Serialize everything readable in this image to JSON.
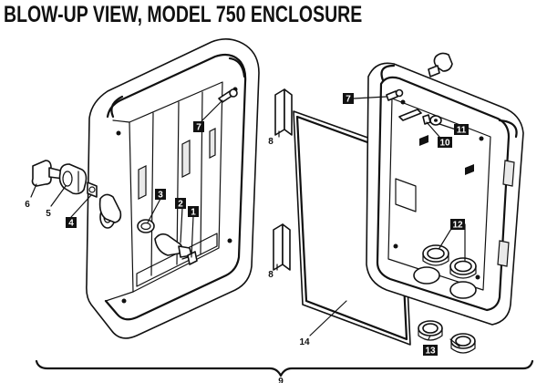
{
  "title": "BLOW-UP VIEW, MODEL 750 ENCLOSURE",
  "callouts": {
    "c1": "1",
    "c2": "2",
    "c3": "3",
    "c4": "4",
    "c5": "5",
    "c6": "6",
    "c7a": "7",
    "c7b": "7",
    "c8a": "8",
    "c8b": "8",
    "c9": "9",
    "c10": "10",
    "c11": "11",
    "c12": "12",
    "c13": "13",
    "c14": "14"
  }
}
